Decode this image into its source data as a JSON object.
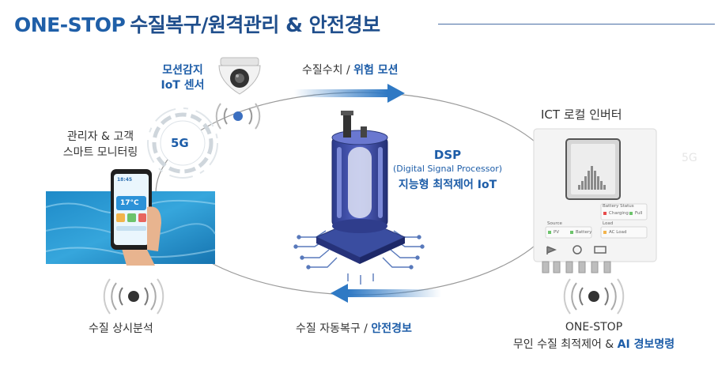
{
  "title": {
    "brand": "ONE-STOP",
    "rest": "수질복구/원격관리 & 안전경보"
  },
  "camera": {
    "line1": "모션감지",
    "line2": "IoT 센서"
  },
  "arrow_top": {
    "part1": "수질수치 / ",
    "part2": "위험 모션"
  },
  "monitor": {
    "line1": "관리자 & 고객",
    "line2": "스마트 모니터링"
  },
  "network_badge": "5G",
  "ghost_badge": "5G",
  "dsp": {
    "line1": "DSP",
    "line2": "(Digital Signal Processor)",
    "line3": "지능형 최적제어 IoT"
  },
  "inverter": {
    "title": "ICT 로컬 인버터",
    "battery_status": "Battery Status",
    "charging": "Charging",
    "full": "Full",
    "source": "Source",
    "pv": "PV",
    "battery": "Battery",
    "load": "Load",
    "ac_load": "AC Load"
  },
  "phone": {
    "time": "18:45",
    "temp": "17°C"
  },
  "bottom_left": "수질 상시분석",
  "arrow_bottom": {
    "part1": "수질 자동복구 / ",
    "part2": "안전경보"
  },
  "bottom_right": {
    "line1": "ONE-STOP",
    "line2_part1": "무인 수질 최적제어 & ",
    "line2_part2": "AI 경보명령"
  },
  "colors": {
    "brand_blue": "#1f5fa8",
    "accent_blue": "#1d5da8",
    "arrow_blue": "#2f79c4"
  }
}
